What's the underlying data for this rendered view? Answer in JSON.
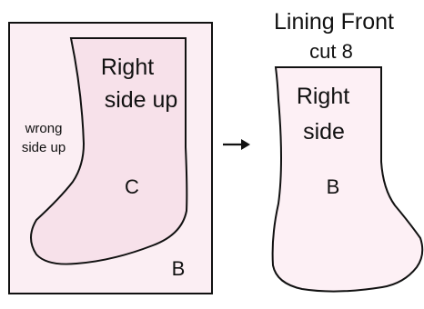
{
  "left_panel": {
    "stocking_label_line1": "Right",
    "stocking_label_line2": "side up",
    "wrong_side_line1": "wrong",
    "wrong_side_line2": "side up",
    "stocking_letter": "C",
    "panel_letter": "B"
  },
  "right_panel": {
    "title_line1": "Lining Front",
    "title_line2": "cut 8",
    "label_line1": "Right",
    "label_line2": "side",
    "letter": "B"
  },
  "colors": {
    "panel_fill": "#fbeef3",
    "stocking_fill": "#f7e1ea",
    "outline": "#111111"
  },
  "icons": {
    "arrow": "right-arrow-icon"
  }
}
